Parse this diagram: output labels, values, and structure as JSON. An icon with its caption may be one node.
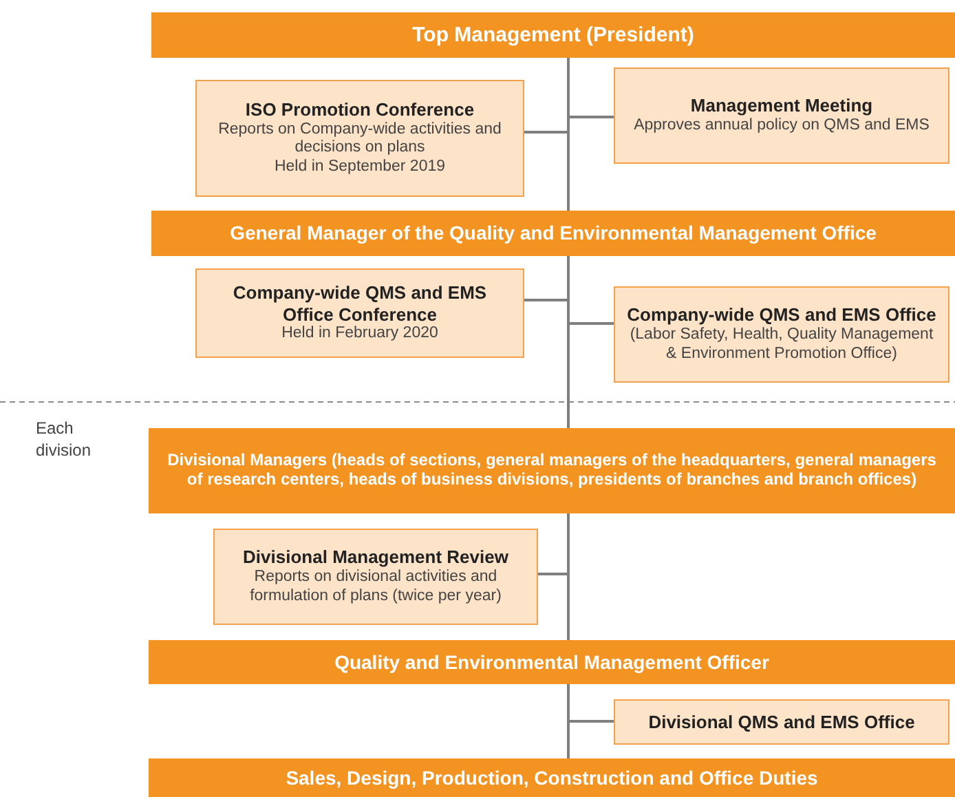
{
  "diagram": {
    "nodes": [
      {
        "text": [
          "Top Management (President)"
        ]
      },
      {
        "text": [
          "ISO Promotion Conference",
          "Reports on Company-wide activities and decisions on plans",
          "Held in September 2019"
        ]
      },
      {
        "text": [
          "Management Meeting",
          "Approves annual policy on QMS and EMS"
        ]
      },
      {
        "text": [
          "General Manager of the Quality and Environmental Management Office"
        ]
      },
      {
        "text": [
          "Company-wide QMS and EMS Office Conference",
          "Held in February 2020"
        ]
      },
      {
        "text": [
          "Company-wide QMS and EMS Office",
          "(Labor Safety, Health, Quality Management & Environment Promotion Office)"
        ]
      },
      {
        "text": [
          "Divisional Managers (heads of sections, general managers of the headquarters, general managers of research centers, heads of business divisions, presidents of branches and branch offices)"
        ]
      },
      {
        "text": [
          "Divisional Management Review",
          "Reports on divisional activities and formulation of plans (twice per year)"
        ]
      },
      {
        "text": [
          "Quality and Environmental Management Officer"
        ]
      },
      {
        "text": [
          "Divisional QMS and EMS Office"
        ]
      },
      {
        "text": [
          "Sales, Design, Production, Construction and Office Duties"
        ]
      }
    ],
    "edges": [
      {
        "from": 0,
        "to": 3,
        "arrow": "none"
      },
      {
        "from": 0,
        "to": 1,
        "arrow": "none"
      },
      {
        "from": 0,
        "to": 2,
        "arrow": "none"
      },
      {
        "from": 3,
        "to": 6,
        "arrow": "none"
      },
      {
        "from": 3,
        "to": 4,
        "arrow": "none"
      },
      {
        "from": 3,
        "to": 5,
        "arrow": "none"
      },
      {
        "from": 6,
        "to": 8,
        "arrow": "none"
      },
      {
        "from": 6,
        "to": 7,
        "arrow": "none"
      },
      {
        "from": 8,
        "to": 10,
        "arrow": "none"
      },
      {
        "from": 8,
        "to": 9,
        "arrow": "none"
      }
    ],
    "labels": [
      "Each division"
    ]
  }
}
